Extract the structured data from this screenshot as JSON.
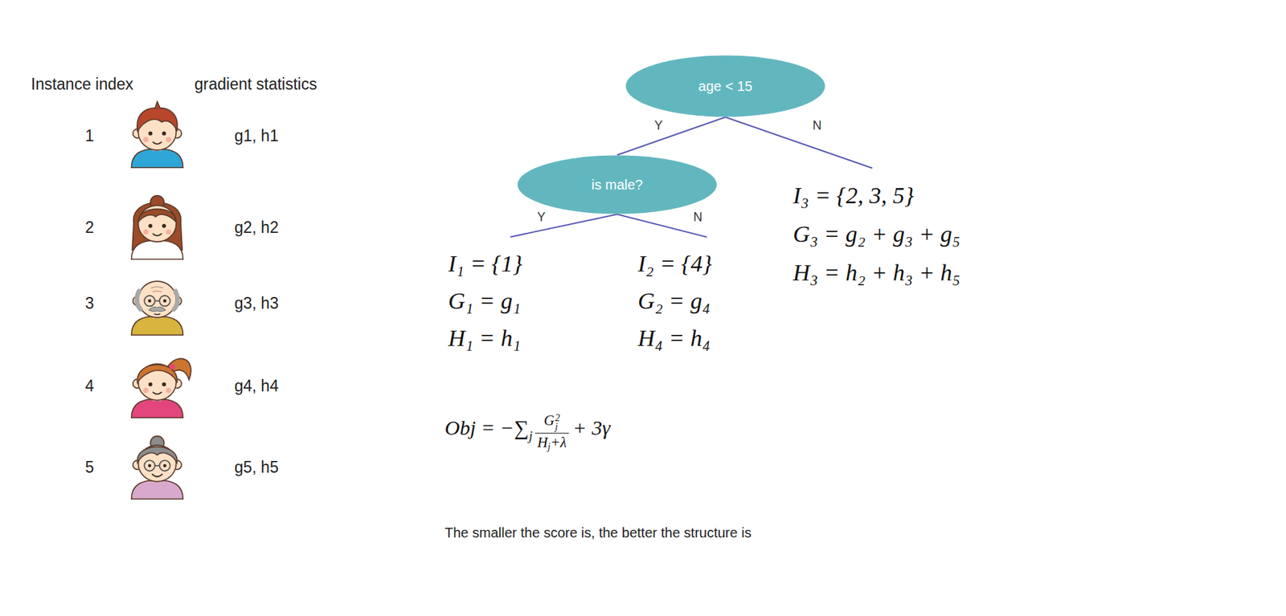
{
  "diagram": {
    "nodes": [
      {
        "text": [
          "age < 15"
        ]
      },
      {
        "text": [
          "is male?"
        ]
      },
      {
        "text": [
          "I₃ = {2, 3, 5}",
          "G₃ = g₂ + g₃ + g₅",
          "H₃ = h₂ + h₃ + h₅"
        ]
      },
      {
        "text": [
          "I₁ = {1}",
          "G₁ = g₁",
          "H₁ = h₁"
        ]
      },
      {
        "text": [
          "I₂ = {4}",
          "G₂ = g₄",
          "H₄ = h₄"
        ]
      }
    ],
    "edges": [
      {
        "from": 0,
        "to": 1,
        "label": "Y",
        "arrow": "none"
      },
      {
        "from": 0,
        "to": 2,
        "label": "N",
        "arrow": "none"
      },
      {
        "from": 1,
        "to": 3,
        "label": "Y",
        "arrow": "none"
      },
      {
        "from": 1,
        "to": 4,
        "label": "N",
        "arrow": "none"
      }
    ],
    "labels": [
      "Instance index",
      "gradient statistics",
      "1",
      "g1, h1",
      "2",
      "g2, h2",
      "3",
      "g3, h3",
      "4",
      "g4, h4",
      "5",
      "g5, h5",
      "Obj = −∑",
      "j",
      "G",
      "2",
      "j",
      "H",
      "j",
      "+λ",
      "+ 3γ",
      "The smaller the score is, the better the structure is"
    ]
  }
}
